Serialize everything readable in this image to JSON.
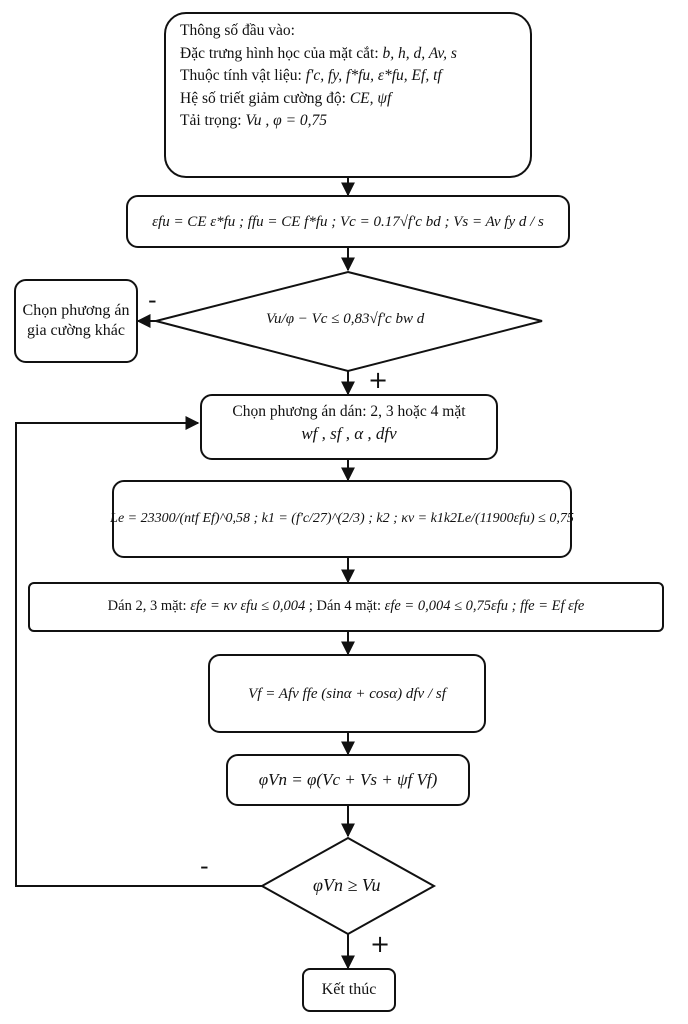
{
  "input": {
    "title": "Thông số đầu vào:",
    "geom_label": "Đặc trưng hình học của mặt cắt:",
    "geom_vars": "b, h, d, Av, s",
    "mat_label": "Thuộc tính vật liệu:",
    "mat_vars": "f'c, fy, f*fu, ε*fu, Ef, tf",
    "red_label": "Hệ số triết giảm cường độ:",
    "red_vars": "CE, ψf",
    "load_label": "Tải trọng:",
    "load_vars": "Vu , φ = 0,75"
  },
  "step1": {
    "formula": "εfu = CE ε*fu ; ffu = CE f*fu ; Vc = 0.17√f'c bd ; Vs = Av fy d / s"
  },
  "decision1": {
    "formula": "Vu/φ − Vc ≤ 0,83√f'c bw d",
    "no_sign": "-",
    "yes_sign": "+"
  },
  "alt": {
    "text": "Chọn phương án gia cường khác"
  },
  "step2": {
    "title": "Chọn phương án dán: 2, 3 hoặc 4 mặt",
    "vars": "wf , sf , α , dfv"
  },
  "step3": {
    "formula": "Le = 23300/(ntf Ef)^0,58 ; k1 = (f'c/27)^(2/3) ; k2 ; κv = k1k2Le/(11900εfu) ≤ 0,75"
  },
  "step4": {
    "part1_label": "Dán 2, 3 mặt:",
    "part1_formula": "εfe = κv εfu ≤ 0,004",
    "part2_label": "; Dán 4 mặt:",
    "part2_formula": "εfe = 0,004 ≤ 0,75εfu",
    "part3_formula": "; ffe = Ef εfe"
  },
  "step5": {
    "formula": "Vf = Afv ffe (sinα + cosα) dfv / sf"
  },
  "step6": {
    "formula": "φVn = φ(Vc + Vs + ψf Vf)"
  },
  "decision2": {
    "formula": "φVn ≥ Vu",
    "no_sign": "-",
    "yes_sign": "+"
  },
  "end": {
    "text": "Kết thúc"
  }
}
